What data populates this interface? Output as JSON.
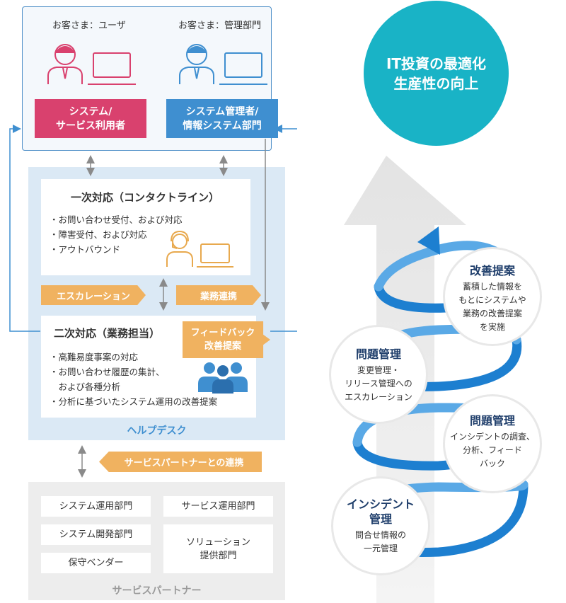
{
  "customers": {
    "user_label": "お客さま：ユーザ",
    "admin_label": "お客さま：管理部門",
    "user_role_line1": "システム/",
    "user_role_line2": "サービス利用者",
    "admin_role_line1": "システム管理者/",
    "admin_role_line2": "情報システム部門"
  },
  "first_line": {
    "title": "一次対応（コンタクトライン）",
    "items": [
      "・お問い合わせ受付、および対応",
      "・障害受付、および対応",
      "・アウトバウンド"
    ]
  },
  "tags": {
    "escalation": "エスカレーション",
    "business_link": "業務連携",
    "feedback_line1": "フィードバック",
    "feedback_line2": "改善提案",
    "partner_link": "サービスパートナーとの連携"
  },
  "second_line": {
    "title": "二次対応（業務担当）",
    "items": [
      "・高難易度事案の対応",
      "・お問い合わせ履歴の集計、",
      "　および各種分析",
      "・分析に基づいたシステム運用の改善提案"
    ]
  },
  "helpdesk_label": "ヘルプデスク",
  "partners": {
    "items": [
      "システム運用部門",
      "サービス運用部門",
      "システム開発部門",
      "保守ベンダー"
    ],
    "solution_line1": "ソリューション",
    "solution_line2": "提供部門",
    "label": "サービスパートナー"
  },
  "goal": {
    "line1": "IT投資の最適化",
    "line2": "生産性の向上"
  },
  "stages": {
    "incident": {
      "title1": "インシデント",
      "title2": "管理",
      "desc": [
        "問合せ情報の",
        "一元管理"
      ]
    },
    "problem_a": {
      "title": "問題管理",
      "desc": [
        "インシデントの調査、",
        "分析、フィード",
        "バック"
      ]
    },
    "problem_b": {
      "title": "問題管理",
      "desc": [
        "変更管理・",
        "リリース管理への",
        "エスカレーション"
      ]
    },
    "improve": {
      "title": "改善提案",
      "desc": [
        "蓄積した情報を",
        "もとにシステムや",
        "業務の改善提案",
        "を実施"
      ]
    }
  },
  "colors": {
    "user_pink": "#d9416e",
    "admin_blue": "#3f8fd0",
    "orange": "#f0b260",
    "teal": "#19b3c6",
    "navy": "#1f3e6b",
    "spiral_blue": "#1d7fd0"
  }
}
